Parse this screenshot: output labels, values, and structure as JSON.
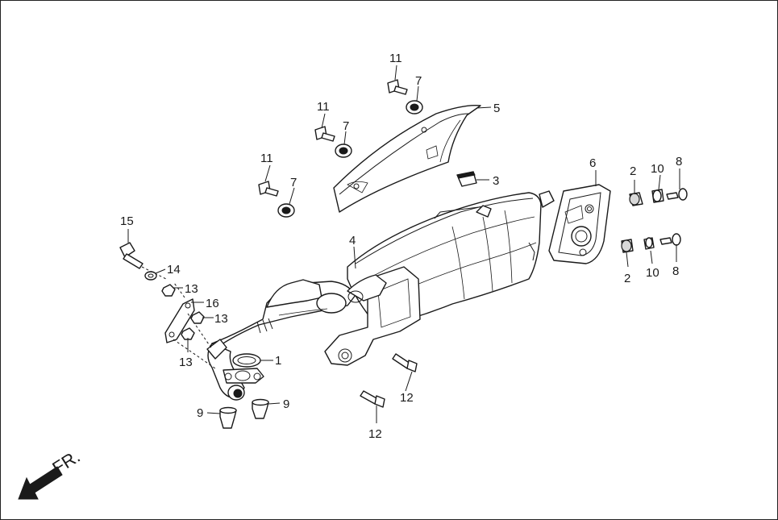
{
  "direction_label": "FR.",
  "callouts": [
    {
      "id": "c1",
      "text": "1"
    },
    {
      "id": "c2a",
      "text": "2"
    },
    {
      "id": "c2b",
      "text": "2"
    },
    {
      "id": "c3",
      "text": "3"
    },
    {
      "id": "c4",
      "text": "4"
    },
    {
      "id": "c5",
      "text": "5"
    },
    {
      "id": "c6",
      "text": "6"
    },
    {
      "id": "c7a",
      "text": "7"
    },
    {
      "id": "c7b",
      "text": "7"
    },
    {
      "id": "c7c",
      "text": "7"
    },
    {
      "id": "c8a",
      "text": "8"
    },
    {
      "id": "c8b",
      "text": "8"
    },
    {
      "id": "c9a",
      "text": "9"
    },
    {
      "id": "c9b",
      "text": "9"
    },
    {
      "id": "c10a",
      "text": "10"
    },
    {
      "id": "c10b",
      "text": "10"
    },
    {
      "id": "c11a",
      "text": "11"
    },
    {
      "id": "c11b",
      "text": "11"
    },
    {
      "id": "c11c",
      "text": "11"
    },
    {
      "id": "c12a",
      "text": "12"
    },
    {
      "id": "c12b",
      "text": "12"
    },
    {
      "id": "c13a",
      "text": "13"
    },
    {
      "id": "c13b",
      "text": "13"
    },
    {
      "id": "c13c",
      "text": "13"
    },
    {
      "id": "c14",
      "text": "14"
    },
    {
      "id": "c15",
      "text": "15"
    },
    {
      "id": "c16",
      "text": "16"
    }
  ],
  "colors": {
    "line": "#1a1a1a",
    "background": "#ffffff",
    "fill_grey": "#d8d8d8"
  }
}
